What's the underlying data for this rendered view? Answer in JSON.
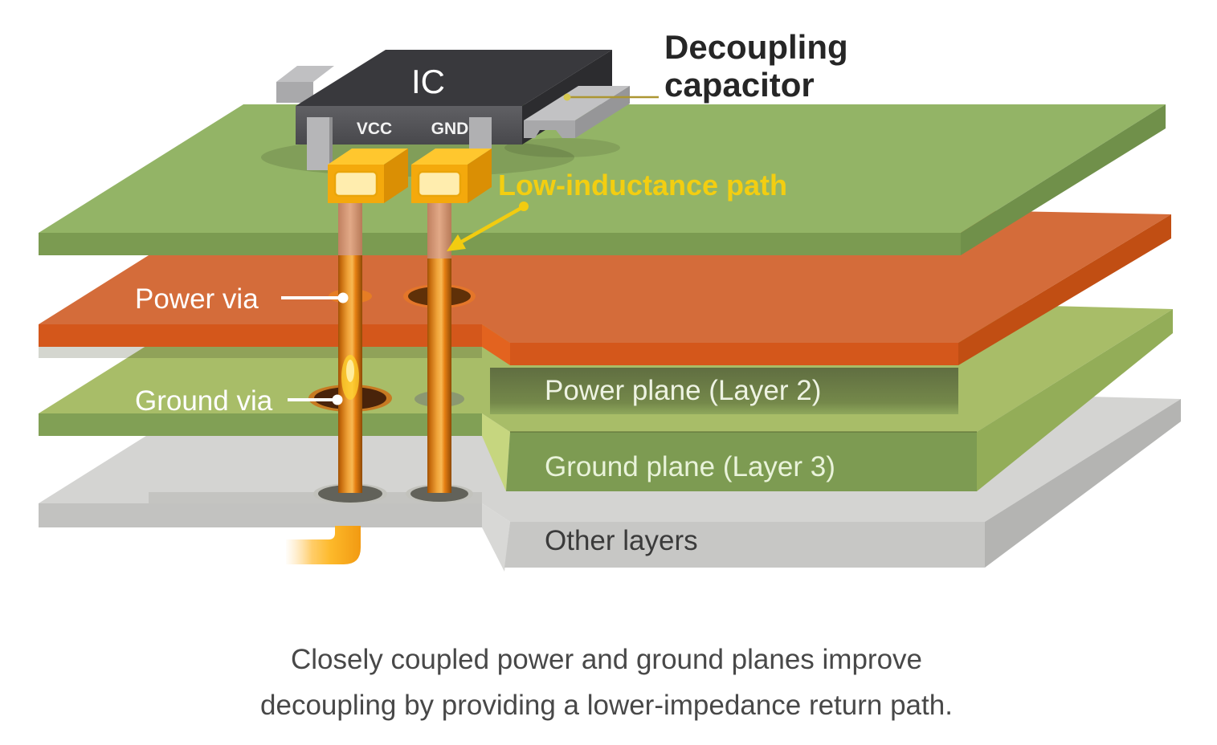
{
  "diagram": {
    "ic": {
      "label": "IC",
      "vcc": "VCC",
      "gnd": "GND"
    },
    "decoupling_capacitor": {
      "line1": "Decoupling",
      "line2": "capacitor"
    },
    "annotations": {
      "low_inductance_path": "Low-inductance path",
      "power_via": "Power via",
      "ground_via": "Ground via"
    },
    "layers": {
      "power_plane": "Power plane (Layer 2)",
      "ground_plane": "Ground plane (Layer 3)",
      "other_layers": "Other layers"
    },
    "colors": {
      "top_board_green": "#93b466",
      "power_plane_orange": "#d4571b",
      "ground_plane_green": "#7d9b52",
      "other_layers_gray": "#c7c7c5",
      "via_copper": "#e8871c",
      "capacitor_yellow": "#f4a90c",
      "annotation_yellow": "#f3ce11"
    }
  },
  "caption": {
    "line1": "Closely coupled power and ground planes improve",
    "line2": "decoupling by providing a lower-impedance return path."
  }
}
